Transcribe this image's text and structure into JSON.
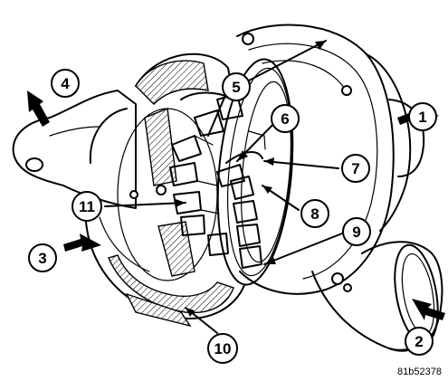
{
  "diagram": {
    "callouts": [
      {
        "id": "1",
        "label": "1"
      },
      {
        "id": "2",
        "label": "2"
      },
      {
        "id": "3",
        "label": "3"
      },
      {
        "id": "4",
        "label": "4"
      },
      {
        "id": "5",
        "label": "5"
      },
      {
        "id": "6",
        "label": "6"
      },
      {
        "id": "7",
        "label": "7"
      },
      {
        "id": "8",
        "label": "8"
      },
      {
        "id": "9",
        "label": "9"
      },
      {
        "id": "10",
        "label": "10"
      },
      {
        "id": "11",
        "label": "11"
      }
    ],
    "figure_id": "81b52378"
  }
}
